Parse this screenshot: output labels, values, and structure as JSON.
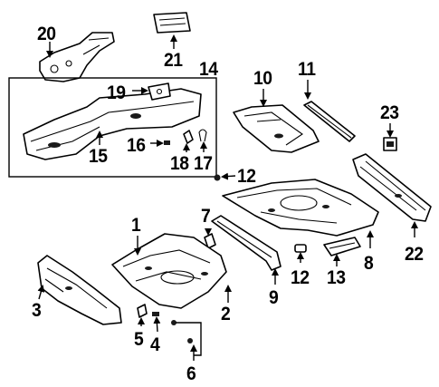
{
  "callouts": {
    "c1": "1",
    "c2": "2",
    "c3": "3",
    "c4": "4",
    "c5": "5",
    "c6": "6",
    "c7": "7",
    "c8": "8",
    "c9": "9",
    "c10": "10",
    "c11": "11",
    "c12a": "12",
    "c12b": "12",
    "c13": "13",
    "c14": "14",
    "c15": "15",
    "c16": "16",
    "c17": "17",
    "c18": "18",
    "c19": "19",
    "c20": "20",
    "c21": "21",
    "c22": "22",
    "c23": "23"
  },
  "colors": {
    "line": "#000000",
    "background": "#ffffff"
  }
}
